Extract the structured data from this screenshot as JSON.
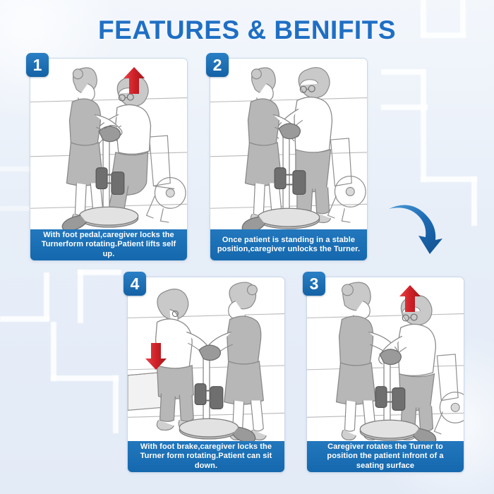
{
  "header": {
    "title": "FEATURES & BENIFITS",
    "title_color": "#1f6fc4"
  },
  "theme": {
    "background": "#eef3fa",
    "panel_background": "#ffffff",
    "panel_border": "#c9d8e8",
    "caption_blue": "#1b70b8",
    "badge_blue": "#1462a6",
    "arrow_red": "#cf2027",
    "flow_arrow_blue": "#1e6cb5",
    "line_art_gray": "#9b9b9b"
  },
  "panels": [
    {
      "number": "1",
      "caption": "With foot pedal,caregiver locks the Turnerform rotating.Patient lifts self up.",
      "arrow": "up",
      "arrow_color": "#cf2027",
      "alt": "Caregiver assisting seated patient to stand using a sit-to-stand turner device"
    },
    {
      "number": "2",
      "caption": "Once patient is standing in a stable position,caregiver unlocks the Turner.",
      "arrow": "none",
      "arrow_color": "#cf2027",
      "alt": "Patient standing upright on the turner platform with caregiver supporting"
    },
    {
      "number": "4",
      "caption": "With foot brake,caregiver locks the Turner form rotating.Patient can sit down.",
      "arrow": "down",
      "arrow_color": "#cf2027",
      "alt": "Patient lowering down to a seat while caregiver holds the turner steady"
    },
    {
      "number": "3",
      "caption": "Caregiver rotates the Turner to position the patient infront of a seating surface",
      "arrow": "up",
      "arrow_color": "#cf2027",
      "alt": "Caregiver rotating the turner to face the patient toward a seating surface"
    }
  ],
  "flow_arrow": {
    "name": "curved-flow-arrow",
    "direction": "down-right",
    "color": "#1e6cb5"
  }
}
